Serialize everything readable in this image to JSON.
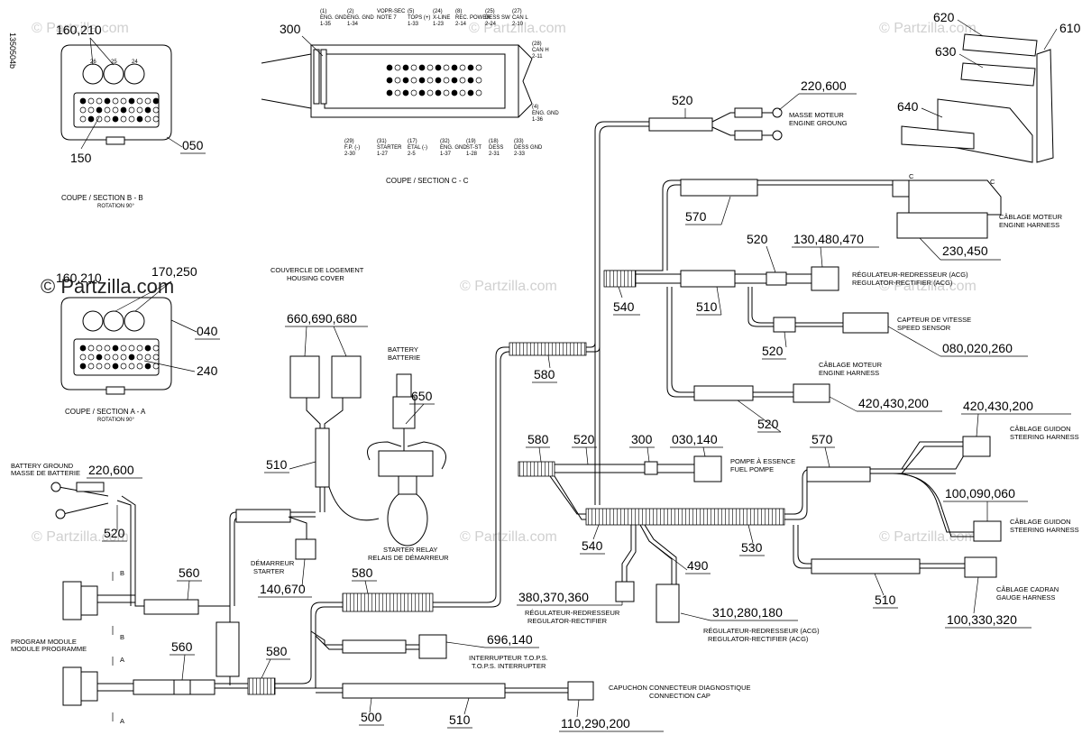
{
  "drawing_id": "1350504b",
  "watermark": "© Partzilla.com",
  "sections": {
    "bb_title": "COUPE / SECTION B - B",
    "bb_sub": "ROTATION 90°",
    "aa_title": "COUPE / SECTION A - A",
    "aa_sub": "ROTATION 90°",
    "cc_title": "COUPE / SECTION C - C"
  },
  "connector_pins": {
    "top_left": "(1)\nENG. GND\n1-35",
    "p2": "(2)\nENG. GND\n1-34",
    "vopr": "VOPR-SEC\nNOTE 7",
    "tops": "(5)\nTOPS (+)\n1-33",
    "xline": "(24)\nX-LINE\n1-23",
    "rec": "(8)\nREC. POWER\n2-14",
    "dess_sw": "(25)\nDESS SW\n2-24",
    "can_l": "(27)\nCAN L\n2-10",
    "can_h": "(28)\nCAN H\n2-11",
    "eng_gnd_r": "(4)\nENG. GND\n1-36",
    "fp": "(29)\nF.P. (-)\n2-30",
    "starter": "(31)\nSTARTER\n1-27",
    "etal": "(17)\nETAL (-)\n2-5",
    "eng_gnd_b": "(32)\nENG. GND\n1-37",
    "stst": "(19)\nST-ST\n1-28",
    "dess": "(18)\nDESS\n2-31",
    "dess_gnd": "(33)\nDESS GND\n2-33"
  },
  "callouts": {
    "c160_210_top": "160,210",
    "c050": "050",
    "c150": "150",
    "c300_top": "300",
    "c620": "620",
    "c610": "610",
    "c630": "630",
    "c640": "640",
    "c220_600_top": "220,600",
    "c520_a": "520",
    "c570_a": "570",
    "c230_450": "230,450",
    "c520_b": "520",
    "c130_480_470": "130,480,470",
    "c540_a": "540",
    "c510_a": "510",
    "c520_c": "520",
    "c080_020_260": "080,020,260",
    "c580_a": "580",
    "c420_430_200_a": "420,430,200",
    "c520_d": "520",
    "c160_210_mid": "160,210",
    "c170_250": "170,250",
    "c040": "040",
    "c240": "240",
    "c660_690_680": "660,690,680",
    "c650": "650",
    "c510_b": "510",
    "c220_600_left": "220,600",
    "c520_e": "520",
    "c140_670": "140,670",
    "c560_a": "560",
    "c560_b": "560",
    "c580_b": "580",
    "c580_c": "580",
    "c580_d": "580",
    "c520_f": "520",
    "c300_mid": "300",
    "c030_140": "030,140",
    "c570_b": "570",
    "c420_430_200_b": "420,430,200",
    "c100_090_060": "100,090,060",
    "c540_b": "540",
    "c530": "530",
    "c490": "490",
    "c380_370_360": "380,370,360",
    "c310_280_180": "310,280,180",
    "c510_c": "510",
    "c100_330_320": "100,330,320",
    "c696_140": "696,140",
    "c500": "500",
    "c510_d": "510",
    "c110_290_200": "110,290,200"
  },
  "labels": {
    "masse_moteur": "MASSE MOTEUR",
    "engine_ground": "ENGINE GROUNG",
    "cablage_moteur_1": "CÂBLAGE MOTEUR",
    "engine_harness_1": "ENGINE HARNESS",
    "regulateur_1": "RÉGULATEUR-REDRESSEUR (ACG)",
    "regulator_1": "REGULATOR-RECTIFIER (ACG)",
    "capteur_vitesse": "CAPTEUR DE VITESSE",
    "speed_sensor": "SPEED SENSOR",
    "cablage_moteur_2": "CÂBLAGE MOTEUR",
    "engine_harness_2": "ENGINE HARNESS",
    "couvercle": "COUVERCLE DE LOGEMENT",
    "housing_cover": "HOUSING COVER",
    "battery": "BATTERY",
    "batterie": "BATTERIE",
    "battery_ground": "BATTERY GROUND",
    "masse_batterie": "MASSE DE BATTERIE",
    "demarreur": "DÉMARREUR",
    "starter": "STARTER",
    "starter_relay": "STARTER RELAY",
    "relais": "RELAIS DE DÉMARREUR",
    "pompe": "POMPE À ESSENCE",
    "fuel_pump": "FUEL POMPE",
    "cablage_guidon_1": "CÂBLAGE GUIDON",
    "steering_harness_1": "STEERING HARNESS",
    "cablage_guidon_2": "CÂBLAGE GUIDON",
    "steering_harness_2": "STEERING HARNESS",
    "cablage_cadran": "CÂBLAGE CADRAN",
    "gauge_harness": "GAUGE HARNESS",
    "regulateur_2": "RÉGULATEUR-REDRESSEUR",
    "regulator_2": "REGULATOR-RECTIFIER",
    "regulateur_3": "RÉGULATEUR-REDRESSEUR (ACG)",
    "regulator_3": "REGULATOR-RECTIFIER (ACG)",
    "program_module": "PROGRAM MODULE",
    "module_programme": "MODULE PROGRAMME",
    "interrupteur": "INTERRUPTEUR T.O.P.S.",
    "tops_interrupter": "T.O.P.S. INTERRUPTER",
    "capuchon": "CAPUCHON CONNECTEUR DIAGNOSTIQUE",
    "connection_cap": "CONNECTION CAP",
    "mark_b": "B",
    "mark_a": "A",
    "mark_c": "C",
    "pin26": "26",
    "pin25": "25",
    "pin24": "24"
  }
}
